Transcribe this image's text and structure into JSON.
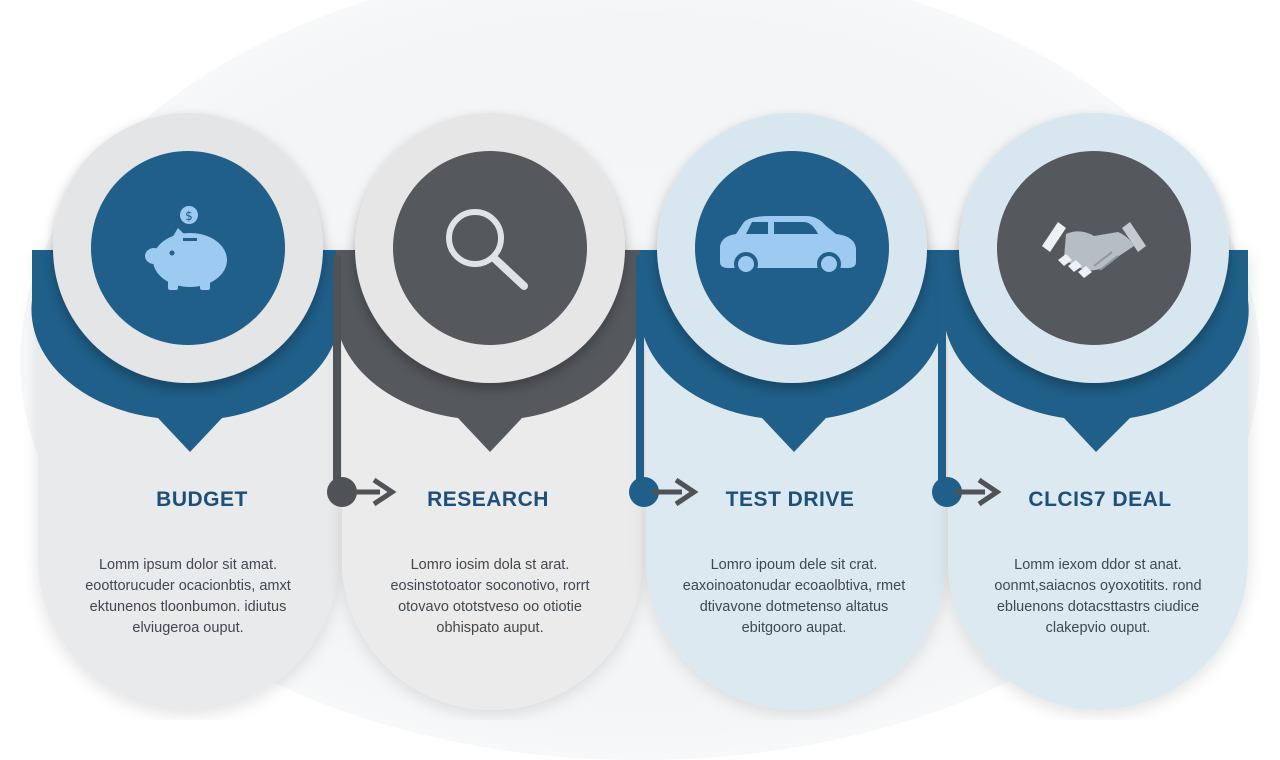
{
  "colors": {
    "blue": "#1f5f89",
    "dark_gray": "#55595e",
    "light_gray_card": "#e8e9eb",
    "light_blue_card": "#dde9f1",
    "title_blue": "#1c4f7a",
    "icon_light_blue": "#9ccaf0"
  },
  "steps": [
    {
      "title": "BUDGET",
      "icon": "piggy-bank-icon",
      "description": [
        "Lomm ipsum dolor sit amat.",
        "eoottorucuder ocacionbtis,  amxt",
        "ektunenos  tloonbumon.  idiutus",
        "elviugeroa  ouput."
      ]
    },
    {
      "title": "RESEARCH",
      "icon": "magnifying-glass-icon",
      "description": [
        "Lomro  iosim dola  st  arat.",
        "eosinstotoator soconotivo,  rorrt",
        "otovavo  ototstveso  oo  otiotie",
        "obhispato  auput."
      ]
    },
    {
      "title": "TEST DRIVE",
      "icon": "car-icon",
      "description": [
        "Lomro  ipoum  dele  sit  crat.",
        "eaxoinoatonudar ecoaolbtiva,  rmet",
        "dtivavone  dotmetenso  altatus",
        "ebitgooro  aupat."
      ]
    },
    {
      "title": "CLCIS7 DEAL",
      "icon": "handshake-icon",
      "description": [
        "Lomm  iexom  ddor  st  anat.",
        "oonmt,saiacnos oyoxotitits.  rond",
        "ebluenons  dotacsttastrs  ciudice",
        "clakepvio  ouput."
      ]
    }
  ]
}
